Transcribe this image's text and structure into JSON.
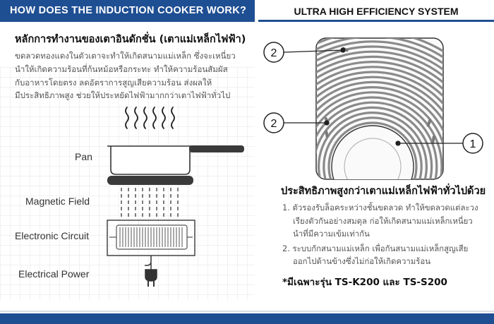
{
  "left": {
    "header": "HOW DOES THE INDUCTION COOKER WORK?",
    "title": "หลักการทำงานของเตาอินดักชั่น (เตาแม่เหล็กไฟฟ้า)",
    "body_lines": [
      "ขดลวดทองแดงในตัวเตาจะทำให้เกิดสนามแม่เหล็ก ซึ่งจะเหนี่ยว",
      "นำให้เกิดความร้อนที่ก้นหม้อหรือกระทะ ทำให้ความร้อนสัมผัส",
      "กับอาหารโดยตรง ลดอัตราการสูญเสียความร้อน ส่งผลให้",
      "มีประสิทธิภาพสูง ช่วยให้ประหยัดไฟฟ้ามากกว่าเตาไฟฟ้าทั่วไป"
    ],
    "labels": {
      "pan": "Pan",
      "magnetic_field": "Magnetic Field",
      "electronic_circuit": "Electronic Circuit",
      "electrical_power": "Electrical Power"
    }
  },
  "right": {
    "header": "ULTRA HIGH EFFICIENCY SYSTEM",
    "callouts": [
      "2",
      "2",
      "1"
    ],
    "title": "ประสิทธิภาพสูงกว่าเตาแม่เหล็กไฟฟ้าทั่วไปด้วย",
    "items": [
      {
        "number": "1.",
        "lines": [
          "ตัวรองรับล็อคระหว่างชั้นขดลวด ทำให้ขดลวดแต่ละวง",
          "เรียงตัวกันอย่างสมดุล ก่อให้เกิดสนามแม่เหล็กเหนี่ยว",
          "นำที่มีความเข้มเท่ากัน"
        ]
      },
      {
        "number": "2.",
        "lines": [
          "ระบบกักสนามแม่เหล็ก เพื่อกันสนามแม่เหล็กสูญเสีย",
          "ออกไปด้านข้างซึ่งไม่ก่อให้เกิดความร้อน"
        ]
      }
    ],
    "note": "*มีเฉพาะรุ่น TS-K200 และ TS-S200"
  },
  "colors": {
    "brand_blue": "#1f4f93",
    "coil_gray": "#8a8a8a",
    "dark_bar": "#3a3a3a"
  }
}
